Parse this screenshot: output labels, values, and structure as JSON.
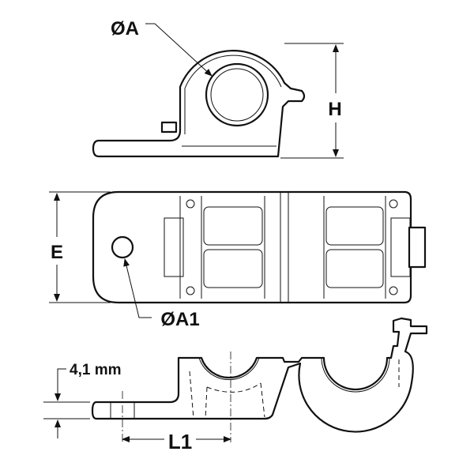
{
  "labels": {
    "diameter_a": "ØA",
    "height": "H",
    "width_e": "E",
    "diameter_a1": "ØA1",
    "thickness": "4,1 mm",
    "length_l1": "L1"
  }
}
